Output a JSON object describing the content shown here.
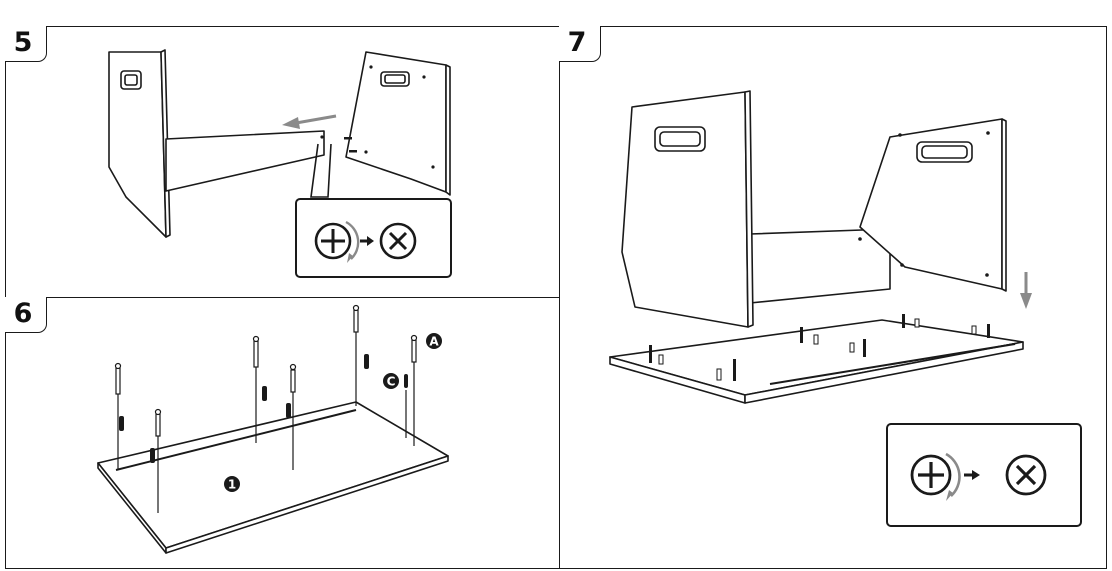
{
  "header": {
    "cut_text": ""
  },
  "steps": [
    {
      "number": "5"
    },
    {
      "number": "6"
    },
    {
      "number": "7"
    }
  ],
  "callouts": {
    "part_a": "A",
    "part_c": "C",
    "part_1": "1"
  },
  "icons": {
    "tighten": "cam-lock-unlocked-icon",
    "arrow": "arrow-right-icon",
    "locked": "cam-lock-locked-icon",
    "move": "arrow-direction-icon"
  },
  "colors": {
    "line": "#1a1a1a",
    "arrow_gray": "#8a8a8a",
    "fill": "#ffffff"
  }
}
